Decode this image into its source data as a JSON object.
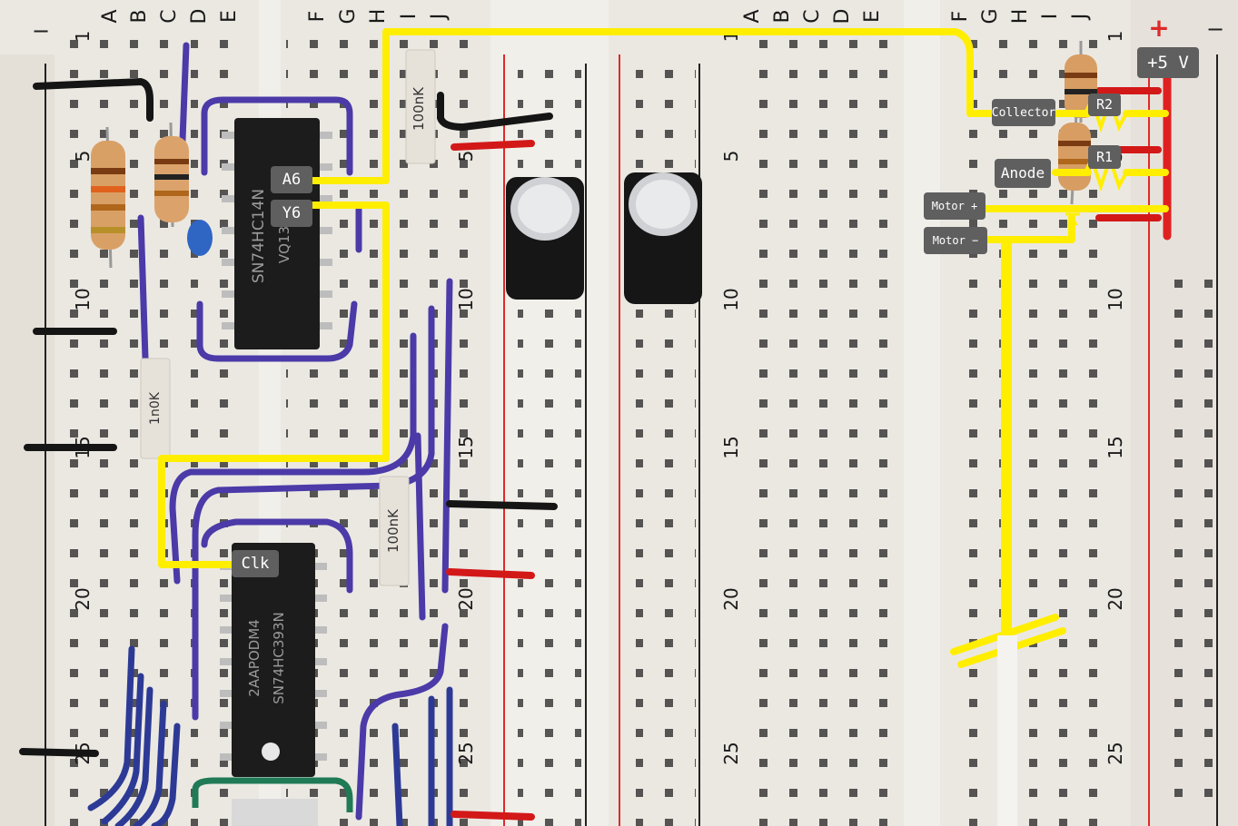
{
  "breadboard": {
    "left_columns": [
      "A",
      "B",
      "C",
      "D",
      "E",
      "F",
      "G",
      "H",
      "I",
      "J"
    ],
    "right_columns": [
      "A",
      "B",
      "C",
      "D",
      "E",
      "F",
      "G",
      "H",
      "I",
      "J"
    ],
    "rows": [
      "1",
      "5",
      "10",
      "15",
      "20",
      "25"
    ],
    "rail_minus": "−",
    "rail_plus": "+"
  },
  "components": {
    "capacitor_top_label": "100nK",
    "capacitor_mid_label": "100nK",
    "capacitor_left_label": "1n0K",
    "chip_top": {
      "line1": "SN74HC14N",
      "line2": "VQ13E4"
    },
    "chip_bottom": {
      "line1": "SN74HC393N",
      "line2": "2AAPODM4"
    }
  },
  "annotations": {
    "a6": "A6",
    "y6": "Y6",
    "clk": "Clk",
    "collector": "Collector",
    "anode": "Anode",
    "r2": "R2",
    "r1": "R1",
    "motor_plus": "Motor +",
    "motor_minus": "Motor −",
    "plus5v": "+5 V"
  },
  "colors": {
    "highlight_wire": "#ffee00",
    "label_bg": "#5f5f5f",
    "rail_red": "#dd1f1f",
    "jumper_purple": "#4b3aa8",
    "jumper_black": "#151515",
    "ic_body": "#1c1c1c"
  }
}
